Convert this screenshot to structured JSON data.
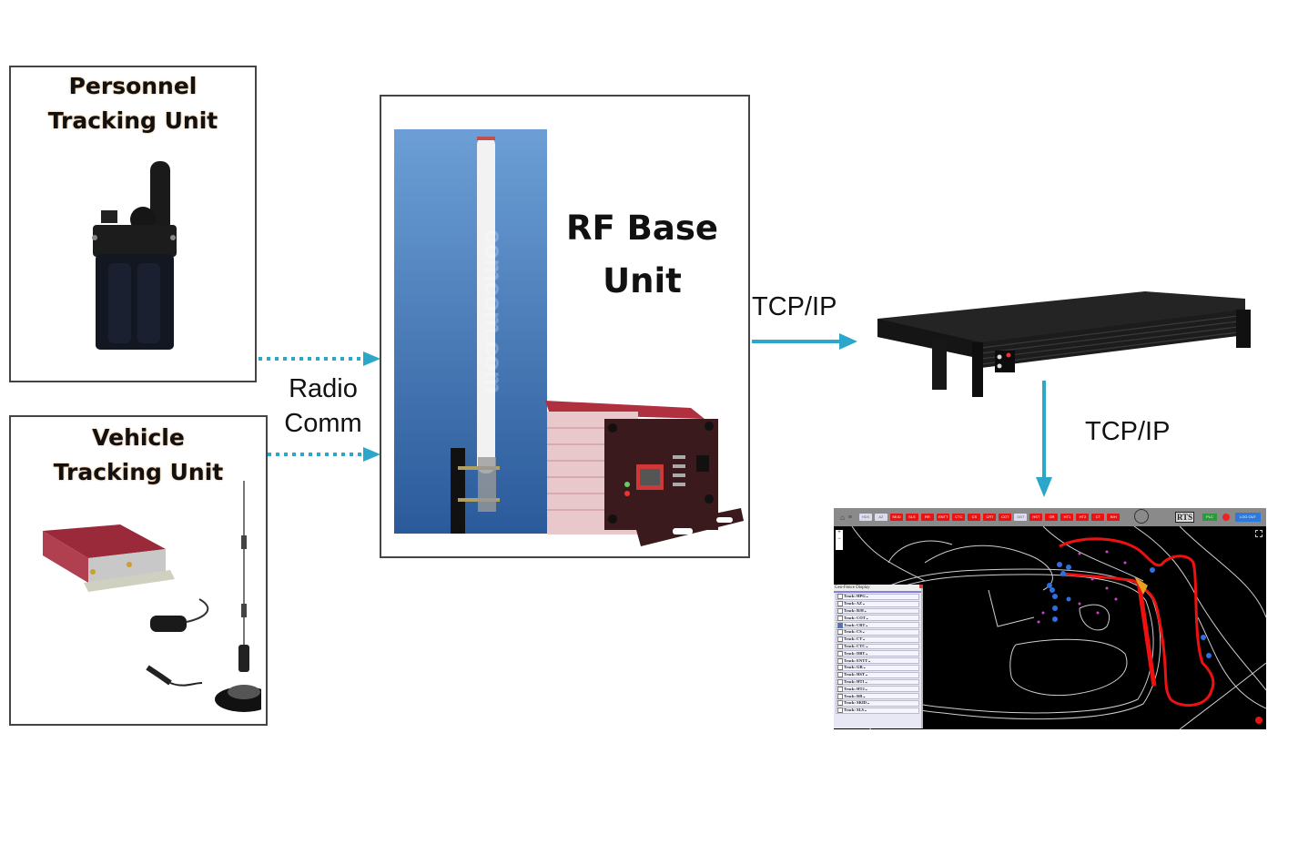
{
  "diagram": {
    "personnel_unit": {
      "title_line1": "Personnel",
      "title_line2": "Tracking Unit"
    },
    "vehicle_unit": {
      "title_line1": "Vehicle",
      "title_line2": "Tracking Unit"
    },
    "rf_base": {
      "title_line1": "RF Base",
      "title_line2": "Unit",
      "antenna_watermark": "comcom.com"
    },
    "links": {
      "radio_line1": "Radio",
      "radio_line2": "Comm",
      "tcp1": "TCP/IP",
      "tcp2": "TCP/IP"
    },
    "colors": {
      "arrow": "#2aa7c9",
      "border": "#444444",
      "route": "#ee1111",
      "marker": "#2f6fe0"
    }
  },
  "screen": {
    "toolbar_buttons": [
      {
        "label": "HDS",
        "style": "light"
      },
      {
        "label": "AZ",
        "style": "light"
      },
      {
        "label": "SKID",
        "style": "red"
      },
      {
        "label": "SLS",
        "style": "red"
      },
      {
        "label": "RR",
        "style": "red"
      },
      {
        "label": "ENTT",
        "style": "red"
      },
      {
        "label": "CTC",
        "style": "red"
      },
      {
        "label": "CS",
        "style": "red"
      },
      {
        "label": "CRT",
        "style": "red"
      },
      {
        "label": "COT",
        "style": "red"
      },
      {
        "label": "DBT",
        "style": "light"
      },
      {
        "label": "HST",
        "style": "red"
      },
      {
        "label": "GR",
        "style": "red"
      },
      {
        "label": "HT1",
        "style": "red"
      },
      {
        "label": "HT2",
        "style": "red"
      },
      {
        "label": "CT",
        "style": "red"
      },
      {
        "label": "B/H",
        "style": "red"
      }
    ],
    "logo_text": "RTS",
    "plc_label": "PLC",
    "logout_label": "LOG OUT",
    "zoom_in": "+",
    "zoom_out": "−",
    "geofence": {
      "title": "Geo-Fence Display",
      "tracks": [
        {
          "label": "Track: HPG",
          "checked": false
        },
        {
          "label": "Track: AZ",
          "checked": false
        },
        {
          "label": "Track: B/H",
          "checked": false
        },
        {
          "label": "Track: COT",
          "checked": false
        },
        {
          "label": "Track: CRT",
          "checked": true
        },
        {
          "label": "Track: CS",
          "checked": false
        },
        {
          "label": "Track: CT",
          "checked": false
        },
        {
          "label": "Track: CTC",
          "checked": false
        },
        {
          "label": "Track: DBT",
          "checked": false
        },
        {
          "label": "Track: ENTT",
          "checked": false
        },
        {
          "label": "Track: GR",
          "checked": false
        },
        {
          "label": "Track: HST",
          "checked": false
        },
        {
          "label": "Track: HT1",
          "checked": false
        },
        {
          "label": "Track: HT2",
          "checked": false
        },
        {
          "label": "Track: RR",
          "checked": false
        },
        {
          "label": "Track: SKID",
          "checked": false
        },
        {
          "label": "Track: SLS",
          "checked": false
        }
      ]
    }
  }
}
